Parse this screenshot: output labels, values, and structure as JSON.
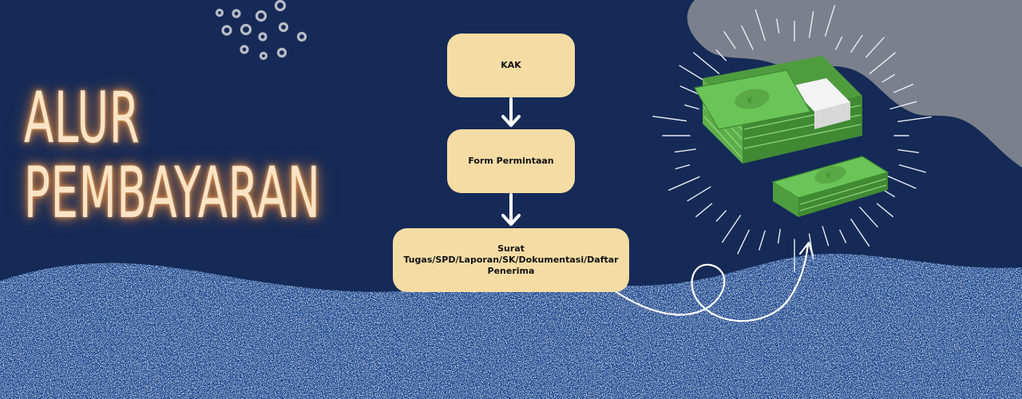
{
  "title": {
    "line1": "ALUR",
    "line2": "PEMBAYARAN"
  },
  "flow": {
    "step1": "KAK",
    "step2": "Form Permintaan",
    "step3": {
      "line1": "Surat",
      "line2": "Tugas/SPD/Laporan/SK/Dokumentasi/Daftar",
      "line3": "Penerima"
    }
  },
  "colors": {
    "background": "#152a57",
    "wave": "#1f4a90",
    "box": "#f5dca4",
    "title_glow": "#e38a3b",
    "title_text": "#fbe4c6",
    "money": "#5cae4a",
    "gray_shape": "#7b818c"
  },
  "icons": [
    "money-stack-icon",
    "curly-arrow-icon",
    "down-arrow-icon"
  ]
}
